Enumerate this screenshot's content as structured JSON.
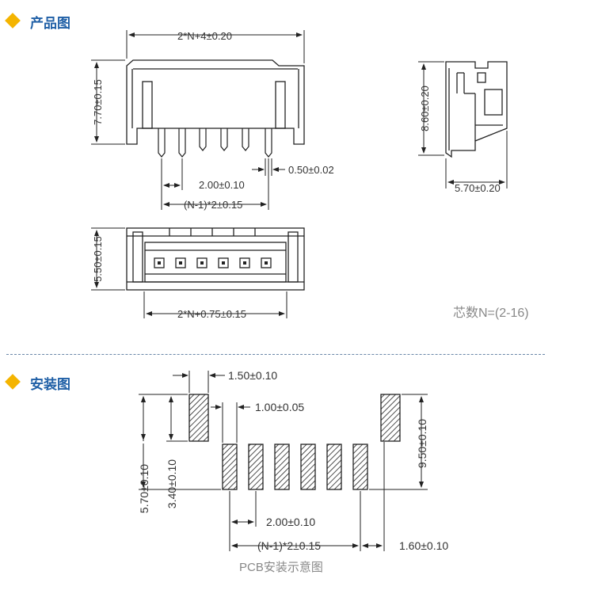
{
  "sections": {
    "product": {
      "title": "产品图"
    },
    "install": {
      "title": "安装图"
    }
  },
  "product_dims": {
    "top_width": "2*N+4±0.20",
    "left_height": "7.70±0.15",
    "pin_width": "0.50±0.02",
    "pitch": "2.00±0.10",
    "span": "(N-1)*2±0.15",
    "side_height": "8.60±0.20",
    "side_width": "5.70±0.20",
    "bottom_height": "5.50±0.15",
    "bottom_width": "2*N+0.75±0.15"
  },
  "pin_count_note": "芯数N=(2-16)",
  "install_dims": {
    "pad_width_large": "1.50±0.10",
    "pad_width_small": "1.00±0.05",
    "height_total": "5.70±0.10",
    "height_partial": "3.40±0.10",
    "right_height": "9.50±0.10",
    "pitch": "2.00±0.10",
    "span": "(N-1)*2±0.15",
    "edge_offset": "1.60±0.10"
  },
  "install_caption": "PCB安装示意图",
  "colors": {
    "title": "#1f5fa6",
    "diamond": "#f4b400",
    "line": "#222222",
    "note": "#888888"
  }
}
